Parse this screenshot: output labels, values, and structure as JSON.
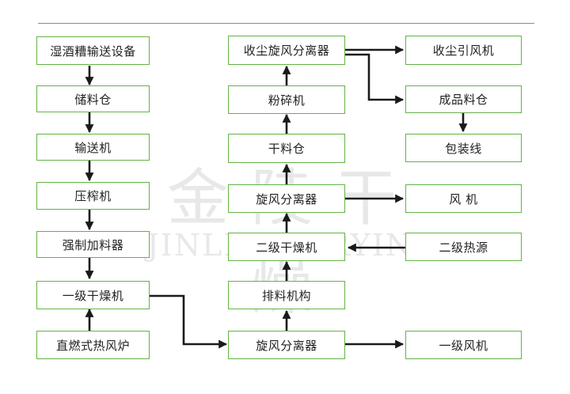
{
  "watermark": {
    "chinese": "金陵干燥",
    "english": "JINLING DRYING"
  },
  "nodes": {
    "wet_grain_conveyor": "湿酒糟输送设备",
    "storage_bin": "储料仓",
    "conveyor": "输送机",
    "press": "压榨机",
    "forced_feeder": "强制加料器",
    "primary_dryer": "一级干燥机",
    "direct_hot_air_furnace": "直燃式热风炉",
    "cyclone_1": "旋风分离器",
    "discharge_mechanism": "排料机构",
    "secondary_dryer": "二级干燥机",
    "cyclone_2": "旋风分离器",
    "dry_bin": "干料仓",
    "crusher": "粉碎机",
    "dust_cyclone": "收尘旋风分离器",
    "dust_fan": "收尘引风机",
    "product_bin": "成品料仓",
    "packing_line": "包装线",
    "fan": "风 机",
    "secondary_heat_source": "二级热源",
    "primary_fan": "一级风机"
  },
  "colors": {
    "box_border": "#63b346",
    "arrow": "#1a1a1a",
    "text": "#222222",
    "rule": "#8a8a8a"
  }
}
